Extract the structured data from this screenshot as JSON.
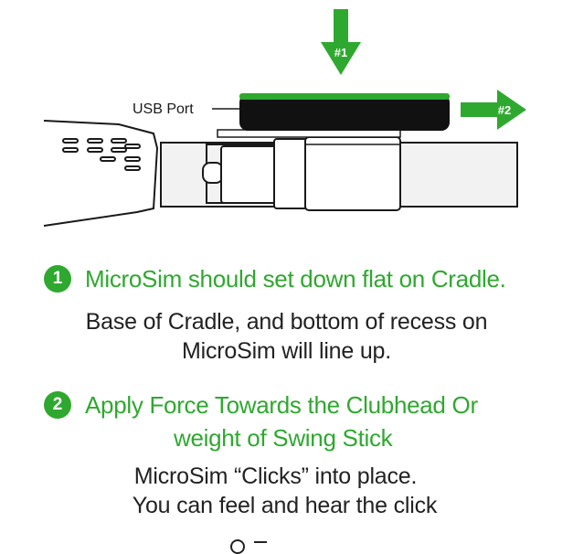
{
  "diagram": {
    "arrow1_label": "#1",
    "arrow2_label": "#2",
    "usb_port_label": "USB Port",
    "colors": {
      "accent_green": "#2fa82f",
      "device_body": "#111111",
      "outline": "#1a1a1a",
      "stick_fill": "#f2f2f2"
    }
  },
  "steps": [
    {
      "number": "1",
      "title_lines": [
        "MicroSim should set down flat on Cradle."
      ],
      "body_lines": [
        "Base of Cradle, and bottom of recess on",
        "MicroSim will line up."
      ]
    },
    {
      "number": "2",
      "title_lines": [
        "Apply Force Towards the Clubhead Or",
        "weight of Swing Stick"
      ],
      "body_lines": [
        "MicroSim “Clicks” into place.",
        "You can feel and hear the click"
      ]
    }
  ]
}
